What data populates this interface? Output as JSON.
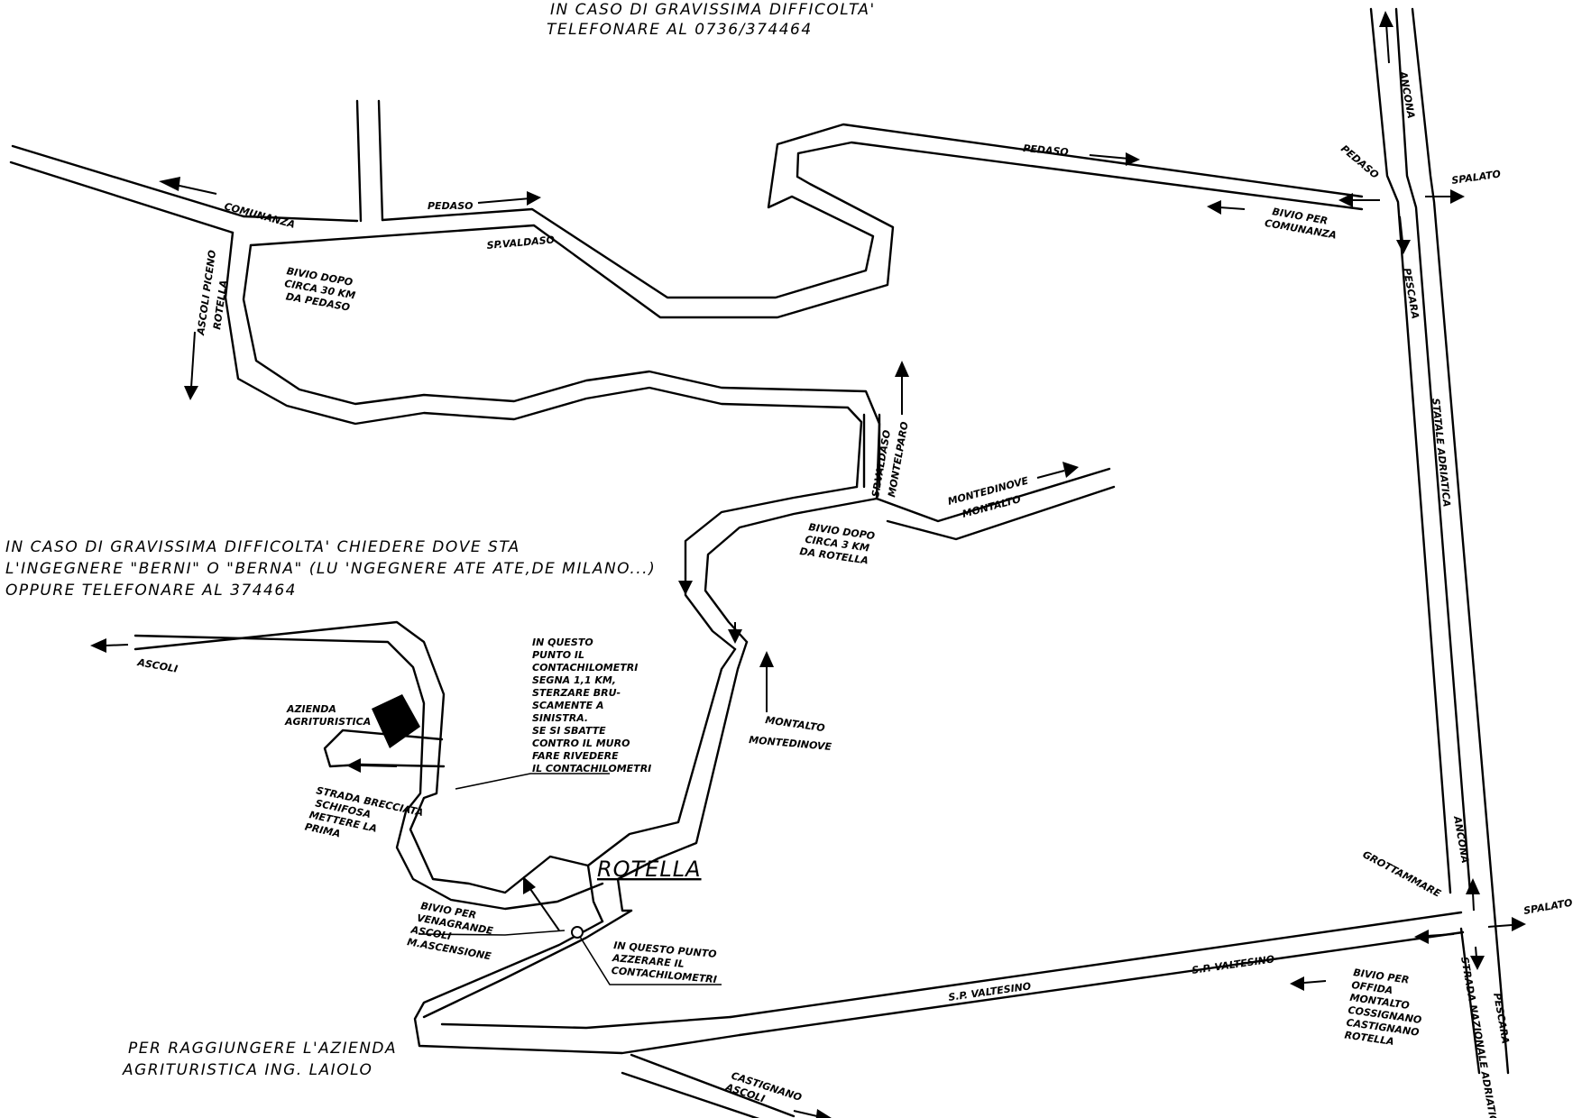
{
  "header": {
    "line1": "IN CASO DI GRAVISSIMA DIFFICOLTA'",
    "line2": "TELEFONARE AL 0736/374464"
  },
  "left_note": {
    "line1": "IN CASO DI GRAVISSIMA DIFFICOLTA' CHIEDERE DOVE STA",
    "line2": "L'INGEGNERE \"BERNI\" O \"BERNA\" (LU 'NGEGNERE ATE ATE,DE MILANO...)",
    "line3": "OPPURE TELEFONARE AL 374464"
  },
  "bottom_note": {
    "line1": "PER RAGGIUNGERE L'AZIENDA",
    "line2": "AGRITURISTICA ING. LAIOLO"
  },
  "town": "ROTELLA",
  "labels": {
    "comunanza": "COMUNANZA",
    "pedaso_1": "PEDASO",
    "sp_valdaso_1": "SP.VALDASO",
    "ascoli_piceno": "ASCOLI PICENO",
    "rotella_1": "ROTELLA",
    "bivio_30": [
      "BIVIO DOPO",
      "CIRCA 30 KM",
      "DA PEDASO"
    ],
    "pedaso_2": "PEDASO",
    "pedaso_3": "PEDASO",
    "ancona_1": "ANCONA",
    "spalato_1": "SPALATO",
    "bivio_comunanza": [
      "BIVIO PER",
      "COMUNANZA"
    ],
    "pescara_1": "PESCARA",
    "statale": "STATALE ADRIATICA",
    "sp_valdaso_2": "SP.VALDASO",
    "montelparo": "MONTELPARO",
    "montedinove_1": "MONTEDINOVE",
    "montalto_1": "MONTALTO",
    "bivio_3": [
      "BIVIO DOPO",
      "CIRCA 3 KM",
      "DA ROTELLA"
    ],
    "ascoli_1": "ASCOLI",
    "azienda": [
      "AZIENDA",
      "AGRITURISTICA"
    ],
    "contachilometri": [
      "IN QUESTO",
      "PUNTO IL",
      "CONTACHILOMETRI",
      "SEGNA 1,1 KM,",
      "STERZARE BRU-",
      "SCAMENTE A",
      "SINISTRA.",
      "SE SI SBATTE",
      "CONTRO IL MURO",
      "FARE RIVEDERE",
      "IL CONTACHILOMETRI"
    ],
    "montalto_2": "MONTALTO",
    "montedinove_2": "MONTEDINOVE",
    "strada_brecciata": [
      "STRADA BRECCIATA",
      "SCHIFOSA",
      "METTERE LA",
      "PRIMA"
    ],
    "bivio_venagrande": [
      "BIVIO PER",
      "VENAGRANDE",
      "ASCOLI",
      "M.ASCENSIONE"
    ],
    "azzerare": [
      "IN QUESTO PUNTO",
      "AZZERARE IL",
      "CONTACHILOMETRI"
    ],
    "ancona_2": "ANCONA",
    "grottammare": "GROTTAMMARE",
    "spalato_2": "SPALATO",
    "sp_valtesino_1": "S.P. VALTESINO",
    "sp_valtesino_2": "S.P. VALTESINO",
    "bivio_offida": [
      "BIVIO PER",
      "OFFIDA",
      "MONTALTO",
      "COSSIGNANO",
      "CASTIGNANO",
      "ROTELLA"
    ],
    "strada_nazionale": "STRADA NAZIONALE ADRIATICA",
    "pescara_2": "PESCARA",
    "castignano_ascoli": [
      "CASTIGNANO",
      "ASCOLI"
    ]
  },
  "icons": {
    "azienda_building": "building-icon",
    "km_zero_marker": "circle-marker-icon"
  },
  "colors": {
    "ink": "#000000",
    "paper": "#ffffff"
  }
}
